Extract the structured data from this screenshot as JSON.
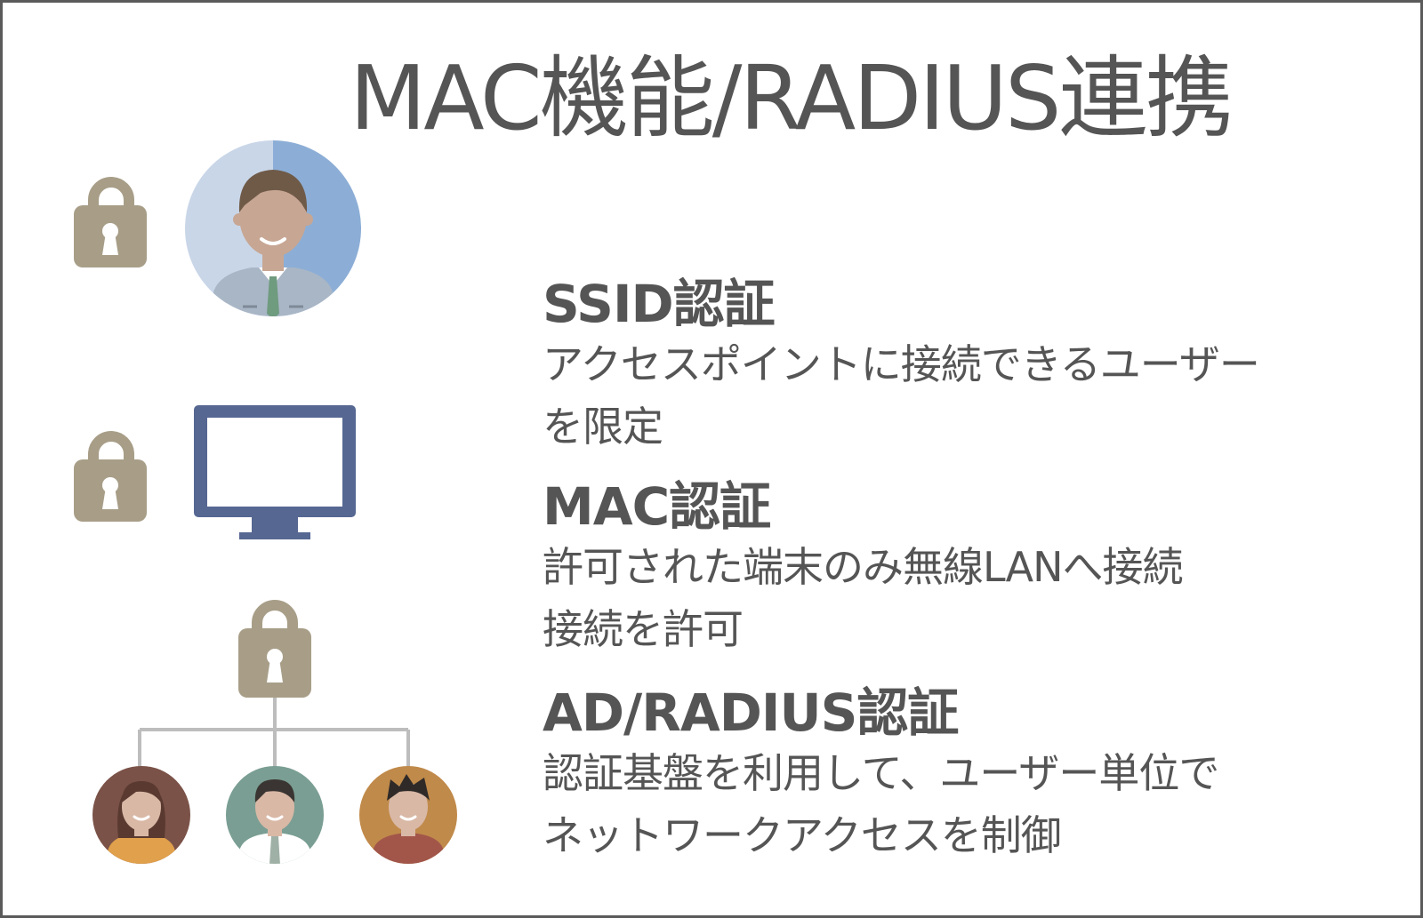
{
  "title": "MAC機能/RADIUS連携",
  "sections": [
    {
      "heading": "SSID認証",
      "lines": [
        "アクセスポイントに接続できるユーザー",
        "を限定"
      ]
    },
    {
      "heading": "MAC認証",
      "lines": [
        "許可された端末のみ無線LANへ接続",
        "接続を許可"
      ]
    },
    {
      "heading": "AD/RADIUS認証",
      "lines": [
        "認証基盤を利用して、ユーザー単位で",
        "ネットワークアクセスを制御"
      ]
    }
  ],
  "colors": {
    "text": "#555555",
    "lock": "#a89e88",
    "monitor": "#566792",
    "connector": "#bdbdbd",
    "avatar_light_blue": "#c9d6e8",
    "avatar_mid_blue": "#8caed6",
    "avatar_brown": "#7b5248",
    "avatar_teal": "#7a9e93",
    "avatar_orange": "#c08a4a"
  },
  "icons": [
    "lock-icon",
    "businessman-avatar-icon",
    "monitor-icon",
    "woman-avatar-icon",
    "man-avatar-icon",
    "young-man-avatar-icon"
  ]
}
